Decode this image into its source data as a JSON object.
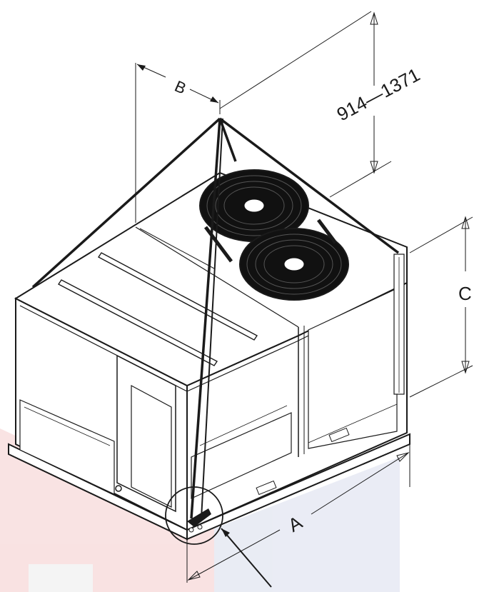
{
  "diagram": {
    "dimensions": {
      "lift_height": "914—1371",
      "label_a": "A",
      "label_b": "B",
      "label_c": "C"
    },
    "colors": {
      "line": "#1a1a1a",
      "panel_fill": "#ffffff",
      "grille_fill": "#111111",
      "watermark_red": "#f6d9d9",
      "watermark_blue": "#e3e6f1"
    }
  }
}
